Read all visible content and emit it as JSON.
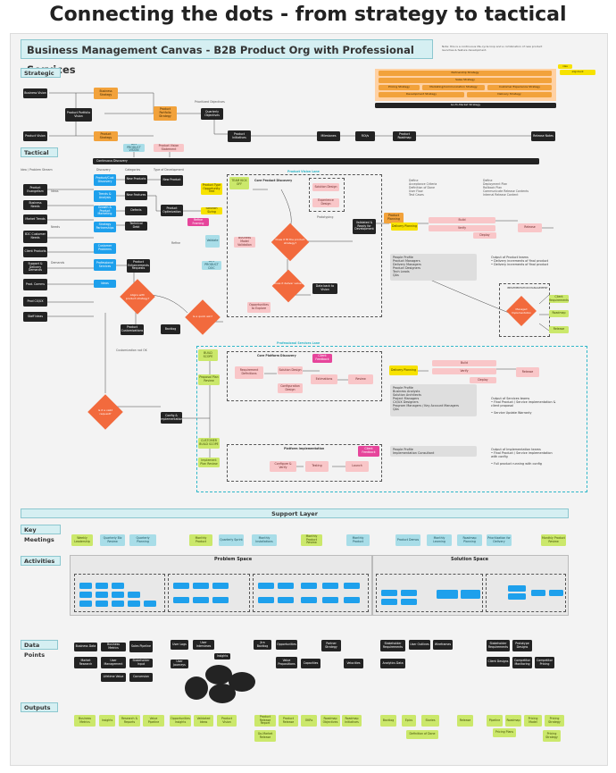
{
  "title": "Connecting the dots - from strategy to tactical",
  "banner": "Business Management Canvas - B2B Product Org with Professional Services",
  "note": "Note: this is a continuous life-cycle loop and a combination of new product launches & feature development.",
  "sections": {
    "strategic": "Strategic",
    "tactical": "Tactical",
    "support": "Support Layer",
    "meetings": "Key Meetings",
    "activities": "Activities",
    "datapoints": "Data Points",
    "outputs": "Outputs"
  },
  "strategy_stack": [
    "Partnership Strategy",
    "Sales Strategy",
    "Pricing Strategy",
    "Marketing/Communication Strategy",
    "Customer Experience Strategy",
    "Development Strategy",
    "Delivery Strategy"
  ],
  "gtm_bar": "Go-To-Market Strategy",
  "tactical_bar": "Continuous Discovery",
  "product_vision_lane": "Product Vision Lane",
  "professional_lane": "Professional Services Lane",
  "core_discovery": "Core Product Discovery",
  "platform_discovery": "Core Platform Discovery",
  "platform_implementation": "Platform Implementation",
  "impl_management": "IMPLEMENTATION MANAGEMENT",
  "problem_space": "Problem Space",
  "solution_space": "Solution Space"
}
